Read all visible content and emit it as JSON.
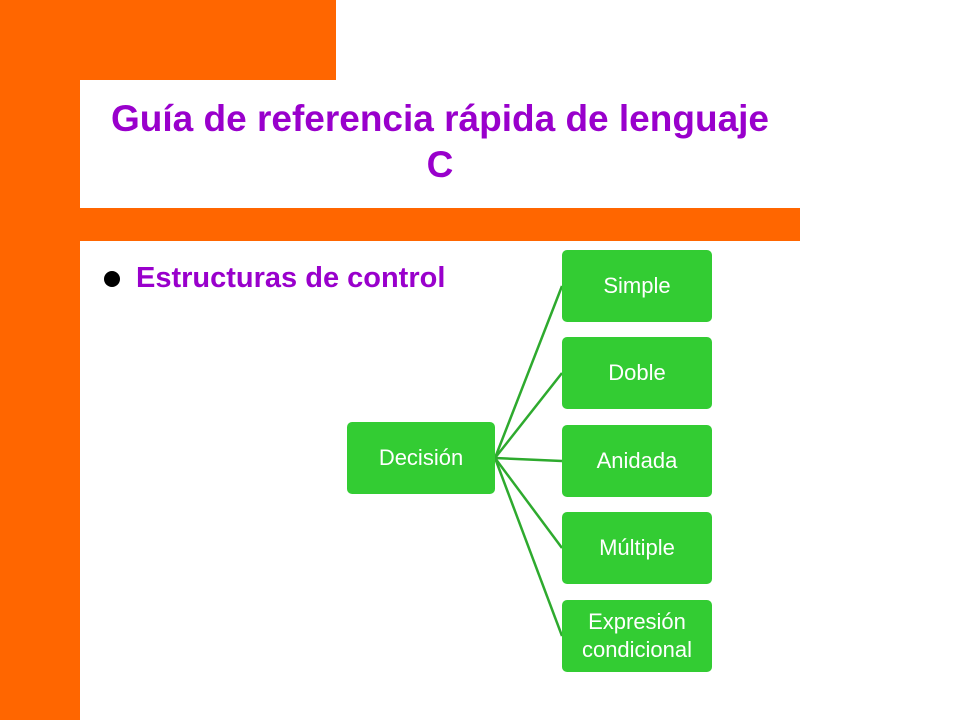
{
  "slide": {
    "title": "Guía de referencia rápida de lenguaje C",
    "bullet": "Estructuras de control"
  },
  "diagram": {
    "root": "Decisión",
    "children": [
      "Simple",
      "Doble",
      "Anidada",
      "Múltiple",
      "Expresión condicional"
    ]
  },
  "colors": {
    "accent_orange": "#ff6600",
    "title_purple": "#9900cc",
    "node_green": "#33cc33",
    "link_green": "#2eaa2e",
    "node_text": "#ffffff"
  }
}
